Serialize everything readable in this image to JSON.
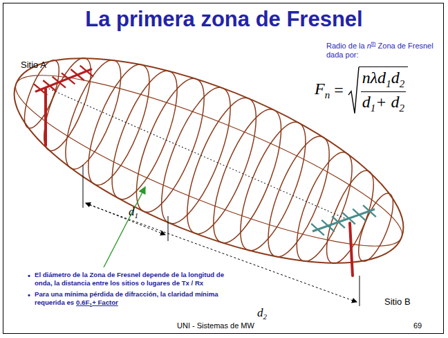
{
  "diagram": {
    "title": "La primera zona de Fresnel",
    "labels": [
      "Sitio A",
      "Radio de la",
      "n",
      "th",
      "Zona de Fresnel dada por:",
      "F",
      "n",
      "=",
      "nλd",
      "1",
      "d",
      "2",
      "d",
      "1",
      "+ d",
      "2",
      "d",
      "1",
      "d",
      "2",
      "Sitio B",
      "•",
      "El diámetro de la Zona de Fresnel depende de la longitud de onda, la distancia entre los sitios o lugares de Tx / Rx",
      "•",
      "Para una mínima pérdida de difracción, la claridad mínima requerida es",
      "0.6F",
      "1",
      "+ Factor",
      "UNI - Sistemas de MW",
      "69"
    ]
  }
}
